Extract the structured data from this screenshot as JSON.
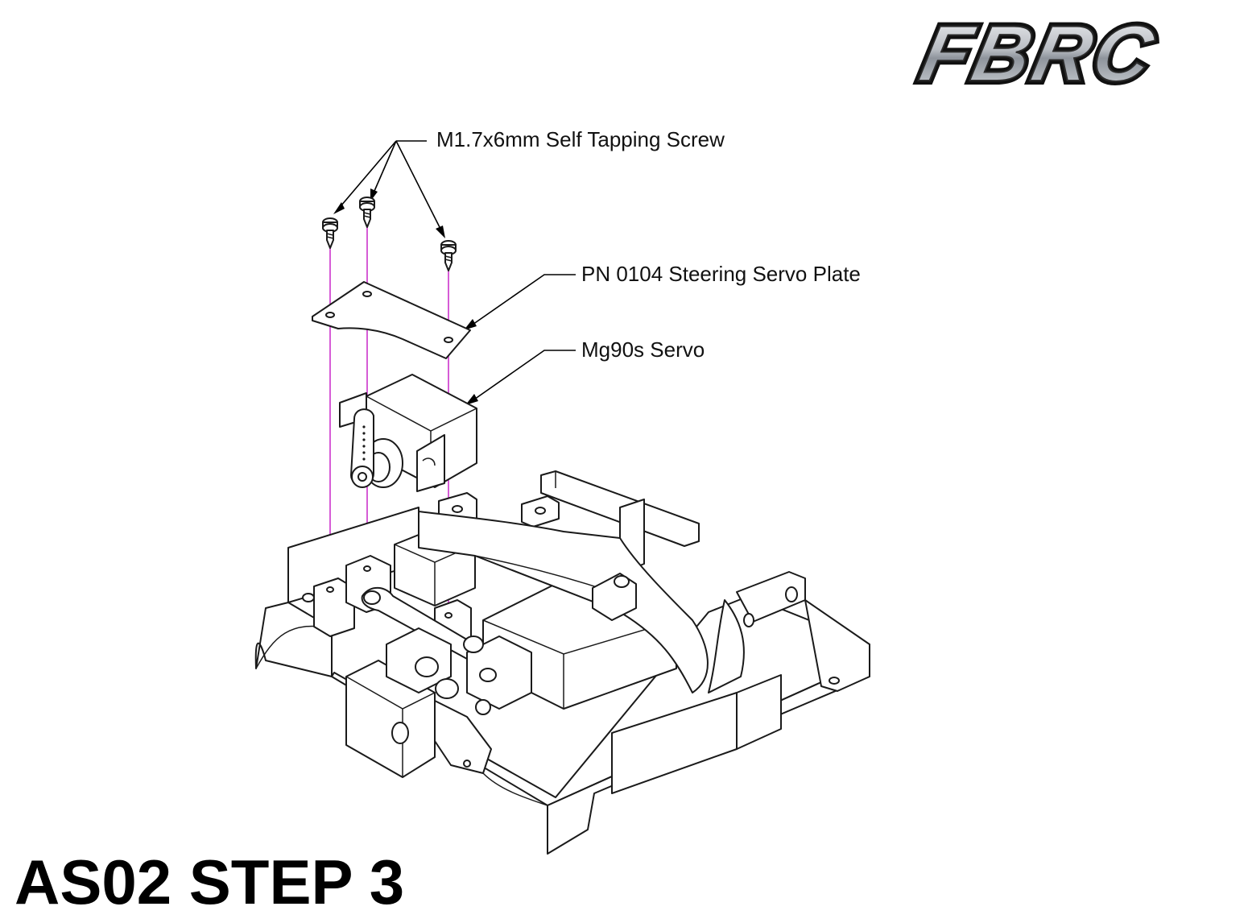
{
  "logo": {
    "text": "FBRC"
  },
  "labels": {
    "screw": "M1.7x6mm Self Tapping Screw",
    "plate": "PN 0104 Steering Servo Plate",
    "servo": "Mg90s Servo"
  },
  "step_title": "AS02 STEP 3",
  "colors": {
    "guide_line": "#cc33cc",
    "ink": "#1a1a1a",
    "logo_fill": "#b8bcc2",
    "logo_outline": "#1b1b1b"
  },
  "icons": [
    "screw-icon",
    "servo-icon",
    "plate-icon",
    "chassis-icon",
    "logo-icon"
  ]
}
